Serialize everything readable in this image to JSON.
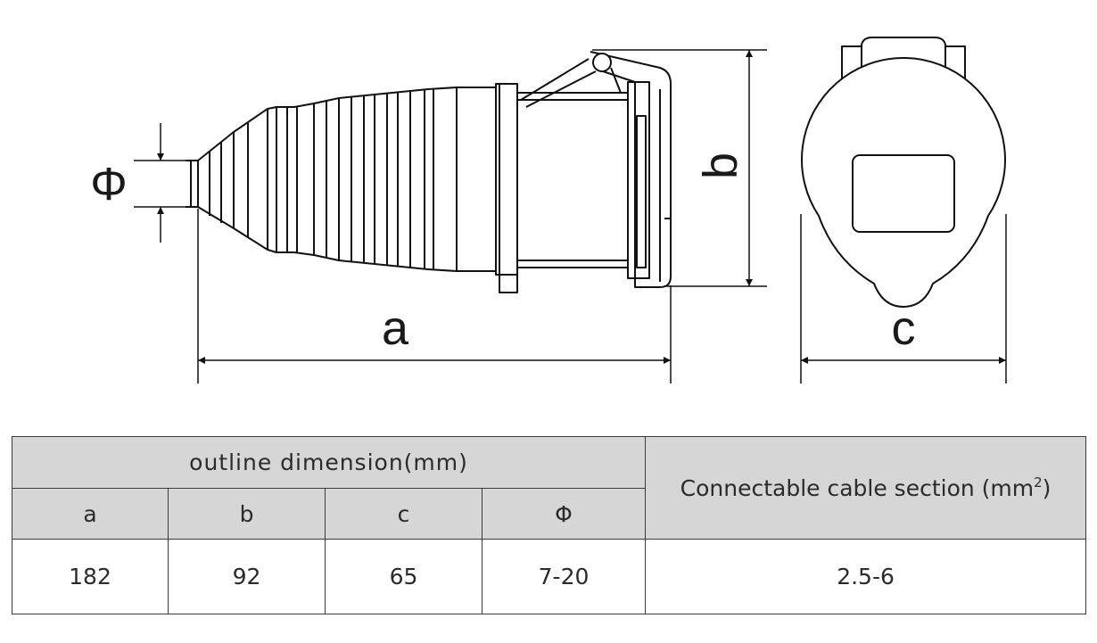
{
  "drawing": {
    "labels": {
      "a": "a",
      "b": "b",
      "c": "c",
      "phi": "Φ"
    }
  },
  "table": {
    "group_header": "outline dimension(mm)",
    "cable_header_main": "Connectable cable section (mm",
    "cable_header_sup": "2",
    "cable_header_tail": ")",
    "columns": [
      "a",
      "b",
      "c",
      "Φ"
    ],
    "values": [
      "182",
      "92",
      "65",
      "7-20"
    ],
    "cable_value": "2.5-6"
  }
}
